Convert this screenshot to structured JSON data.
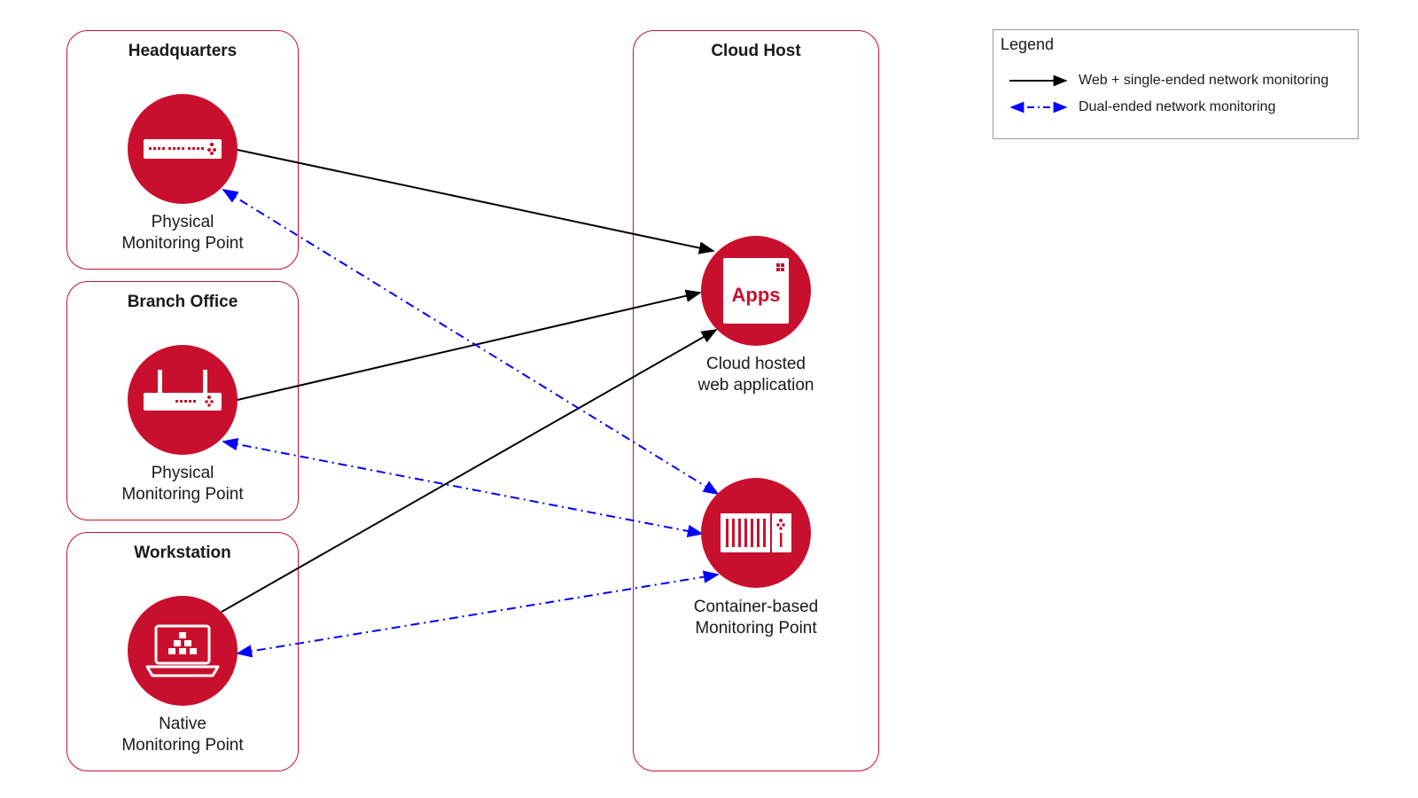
{
  "groups": {
    "headquarters": "Headquarters",
    "branch_office": "Branch Office",
    "workstation": "Workstation",
    "cloud_host": "Cloud Host"
  },
  "nodes": {
    "hq_monitor": {
      "label_line1": "Physical",
      "label_line2": "Monitoring Point",
      "icon": "rack-appliance-icon"
    },
    "branch_monitor": {
      "label_line1": "Physical",
      "label_line2": "Monitoring Point",
      "icon": "router-appliance-icon"
    },
    "native_monitor": {
      "label_line1": "Native",
      "label_line2": "Monitoring Point",
      "icon": "laptop-icon"
    },
    "cloud_app": {
      "label_line1": "Cloud hosted",
      "label_line2": "web application",
      "icon_text": "Apps",
      "icon": "apps-window-icon"
    },
    "container_monitor": {
      "label_line1": "Container-based",
      "label_line2": "Monitoring Point",
      "icon": "container-icon"
    }
  },
  "legend": {
    "title": "Legend",
    "items": [
      {
        "label": "Web + single-ended network monitoring",
        "style": "solid",
        "color": "#000000"
      },
      {
        "label": "Dual-ended network monitoring",
        "style": "dash-dot",
        "color": "#0000ff"
      }
    ]
  },
  "colors": {
    "brand_red": "#c8102e",
    "solid_edge": "#000000",
    "dual_edge": "#0000ff"
  }
}
